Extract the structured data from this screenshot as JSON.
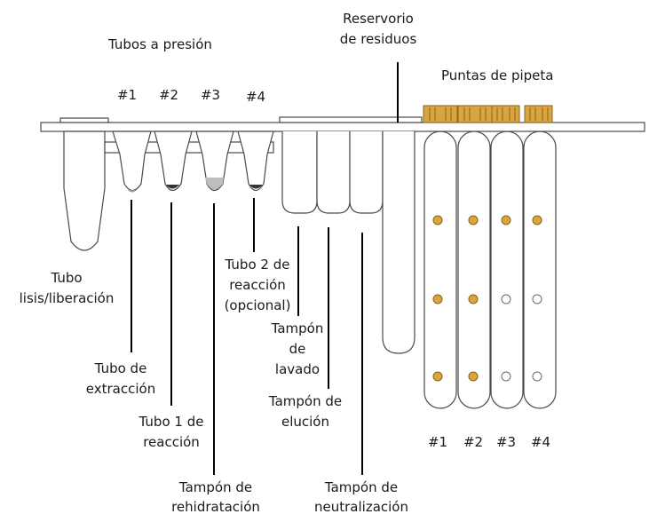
{
  "colors": {
    "outline": "#4a4a4a",
    "leader": "#000000",
    "tip_gold": "#d9a441",
    "tip_gold_dark": "#8a6418",
    "liquid_dark": "#333333",
    "liquid_light": "#bdbdbd"
  },
  "labels": {
    "pressure_tubes_title": "Tubos a presión",
    "waste_reservoir_line1": "Reservorio",
    "waste_reservoir_line2": "de residuos",
    "pipette_tips_title": "Puntas de pipeta",
    "lysis_tube_line1": "Tubo",
    "lysis_tube_line2": "lisis/liberación",
    "extraction_tube_line1": "Tubo de",
    "extraction_tube_line2": "extracción",
    "reaction_tube_1_line1": "Tubo 1 de",
    "reaction_tube_1_line2": "reacción",
    "rehydration_buffer_line1": "Tampón de",
    "rehydration_buffer_line2": "rehidratación",
    "reaction_tube_2_line1": "Tubo 2 de",
    "reaction_tube_2_line2": "reacción",
    "reaction_tube_2_line3": "(opcional)",
    "wash_buffer_line1": "Tampón",
    "wash_buffer_line2": "de",
    "wash_buffer_line3": "lavado",
    "elution_buffer_line1": "Tampón de",
    "elution_buffer_line2": "elución",
    "neutralization_buffer_line1": "Tampón de",
    "neutralization_buffer_line2": "neutralización"
  },
  "tube_numbers": [
    "#1",
    "#2",
    "#3",
    "#4"
  ],
  "tip_numbers": [
    "#1",
    "#2",
    "#3",
    "#4"
  ],
  "tip_columns": [
    {
      "number": "#1",
      "dots": [
        "filled",
        "filled",
        "filled"
      ]
    },
    {
      "number": "#2",
      "dots": [
        "filled",
        "filled",
        "filled"
      ]
    },
    {
      "number": "#3",
      "dots": [
        "filled",
        "empty",
        "empty"
      ]
    },
    {
      "number": "#4",
      "dots": [
        "filled",
        "empty",
        "empty"
      ]
    }
  ]
}
